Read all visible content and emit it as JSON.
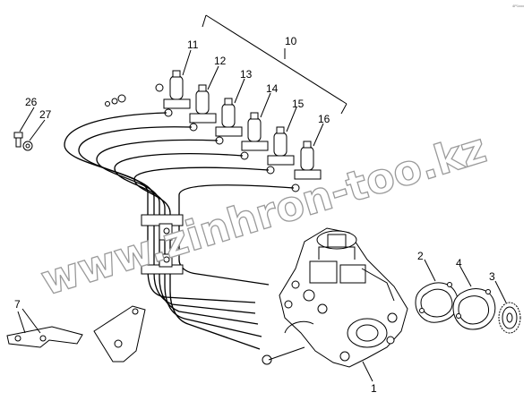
{
  "diagram": {
    "watermark": "www.zinhron-too.kz",
    "corner_mark": "4P1xxx",
    "callouts": [
      {
        "id": "c1",
        "label": "1"
      },
      {
        "id": "c2",
        "label": "2"
      },
      {
        "id": "c3",
        "label": "3"
      },
      {
        "id": "c4",
        "label": "4"
      },
      {
        "id": "c7",
        "label": "7"
      },
      {
        "id": "c10",
        "label": "10"
      },
      {
        "id": "c11",
        "label": "11"
      },
      {
        "id": "c12",
        "label": "12"
      },
      {
        "id": "c13",
        "label": "13"
      },
      {
        "id": "c14",
        "label": "14"
      },
      {
        "id": "c15",
        "label": "15"
      },
      {
        "id": "c16",
        "label": "16"
      },
      {
        "id": "c26",
        "label": "26"
      },
      {
        "id": "c27",
        "label": "27"
      }
    ]
  }
}
